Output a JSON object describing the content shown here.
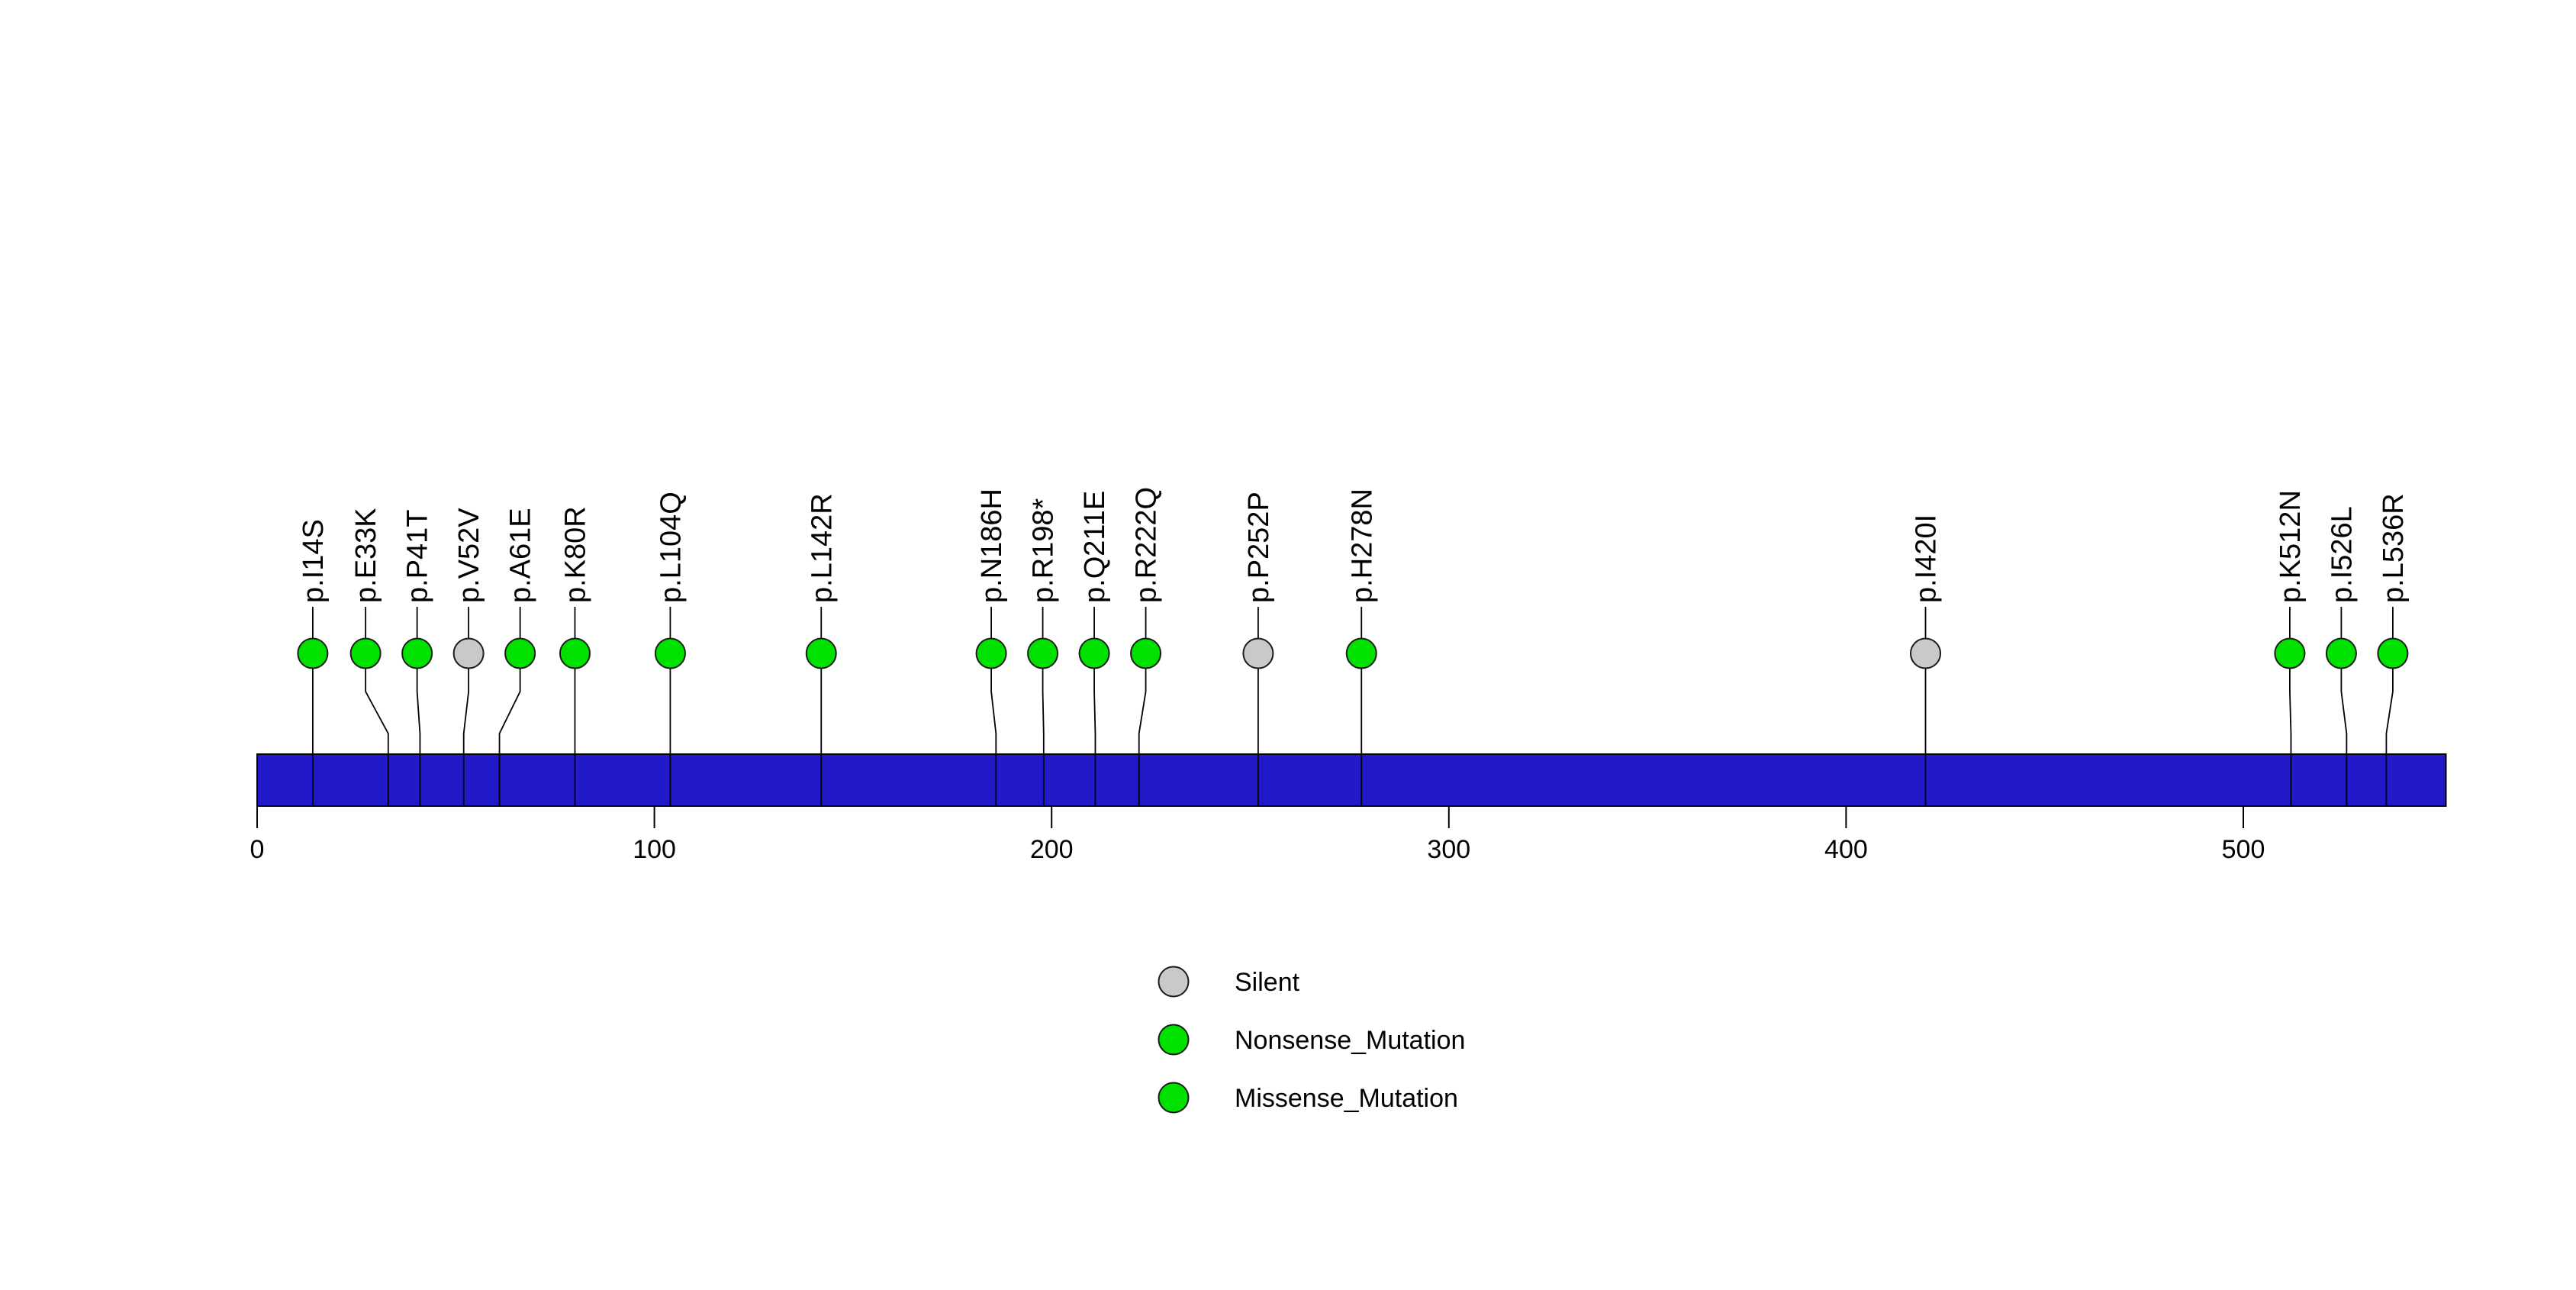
{
  "colors": {
    "background": "#FFFFFF",
    "backbone_blue": "#2219C9",
    "silent_gray": "#C9C9C9",
    "mutation_green": "#00E100",
    "line_black": "#000000"
  },
  "chart_data": {
    "type": "lollipop",
    "title": "",
    "xlabel": "",
    "ylabel": "",
    "axis": {
      "ticks": [
        0,
        100,
        200,
        300,
        400,
        500
      ],
      "xlim": [
        0,
        551
      ]
    },
    "protein": {
      "length": 551
    },
    "mutation_classes": [
      {
        "name": "Silent",
        "color": "#C9C9C9"
      },
      {
        "name": "Nonsense_Mutation",
        "color": "#00E100"
      },
      {
        "name": "Missense_Mutation",
        "color": "#00E100"
      }
    ],
    "mutations": [
      {
        "label": "p.I14S",
        "position": 14,
        "class": "Missense_Mutation"
      },
      {
        "label": "p.E33K",
        "position": 33,
        "class": "Missense_Mutation"
      },
      {
        "label": "p.P41T",
        "position": 41,
        "class": "Missense_Mutation"
      },
      {
        "label": "p.V52V",
        "position": 52,
        "class": "Silent"
      },
      {
        "label": "p.A61E",
        "position": 61,
        "class": "Missense_Mutation"
      },
      {
        "label": "p.K80R",
        "position": 80,
        "class": "Missense_Mutation"
      },
      {
        "label": "p.L104Q",
        "position": 104,
        "class": "Missense_Mutation"
      },
      {
        "label": "p.L142R",
        "position": 142,
        "class": "Missense_Mutation"
      },
      {
        "label": "p.N186H",
        "position": 186,
        "class": "Missense_Mutation"
      },
      {
        "label": "p.R198*",
        "position": 198,
        "class": "Nonsense_Mutation"
      },
      {
        "label": "p.Q211E",
        "position": 211,
        "class": "Missense_Mutation"
      },
      {
        "label": "p.R222Q",
        "position": 222,
        "class": "Missense_Mutation"
      },
      {
        "label": "p.P252P",
        "position": 252,
        "class": "Silent"
      },
      {
        "label": "p.H278N",
        "position": 278,
        "class": "Missense_Mutation"
      },
      {
        "label": "p.I420I",
        "position": 420,
        "class": "Silent"
      },
      {
        "label": "p.K512N",
        "position": 512,
        "class": "Missense_Mutation"
      },
      {
        "label": "p.I526L",
        "position": 526,
        "class": "Missense_Mutation"
      },
      {
        "label": "p.L536R",
        "position": 536,
        "class": "Missense_Mutation"
      }
    ],
    "legend_position": "bottom-center",
    "grid": false
  },
  "legend": {
    "items": [
      {
        "label": "Silent",
        "color": "#C9C9C9"
      },
      {
        "label": "Nonsense_Mutation",
        "color": "#00E100"
      },
      {
        "label": "Missense_Mutation",
        "color": "#00E100"
      }
    ]
  }
}
